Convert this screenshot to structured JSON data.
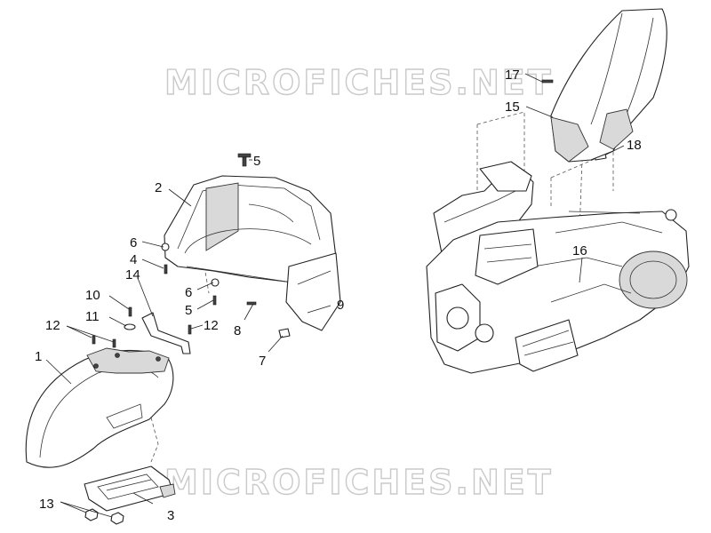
{
  "watermark": {
    "top": "MICROFICHES.NET",
    "bottom": "MICROFICHES.NET"
  },
  "callouts": [
    "1",
    "2",
    "3",
    "4",
    "5",
    "5",
    "6",
    "6",
    "7",
    "8",
    "9",
    "10",
    "11",
    "12",
    "12",
    "13",
    "14",
    "15",
    "16",
    "17",
    "18"
  ]
}
